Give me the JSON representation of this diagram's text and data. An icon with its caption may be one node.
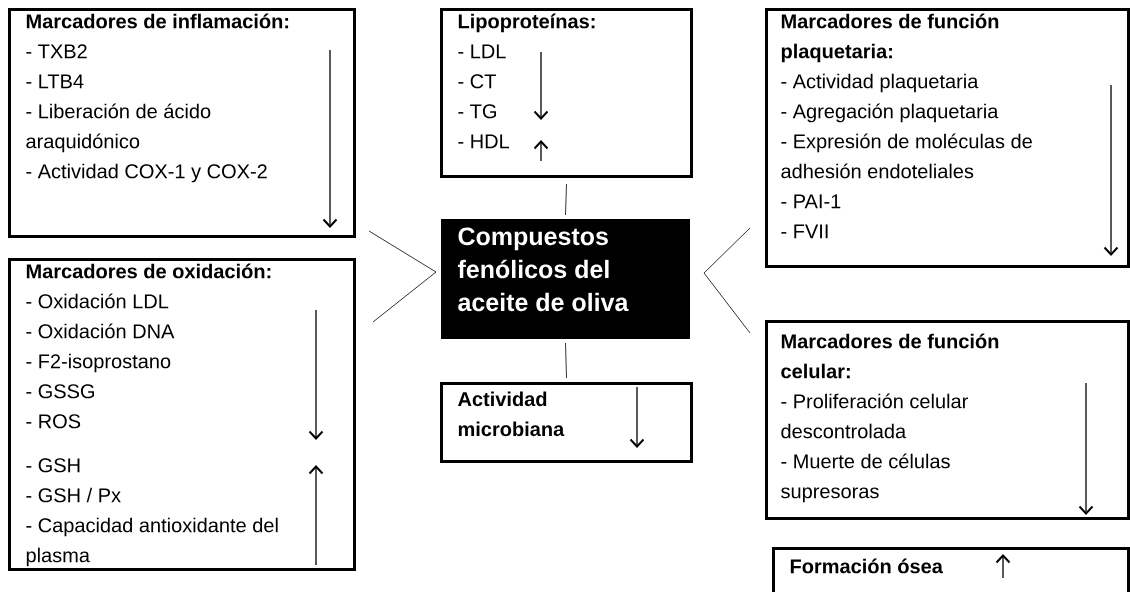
{
  "diagram": {
    "nodes": [
      {
        "text": [
          "Compuestos fenólicos del aceite de oliva"
        ]
      },
      {
        "text": [
          "Marcadores de inflamación:",
          "- TXB2",
          "- LTB4",
          "- Liberación de ácido araquidónico",
          "- Actividad COX-1 y COX-2"
        ]
      },
      {
        "text": [
          "Marcadores de oxidación:",
          "- Oxidación LDL",
          "- Oxidación DNA",
          "- F2-isoprostano",
          "- GSSG",
          "- ROS",
          "- GSH",
          "- GSH / Px",
          "- Capacidad antioxidante del plasma"
        ]
      },
      {
        "text": [
          "Lipoproteínas:",
          "- LDL",
          "- CT",
          "- TG",
          "- HDL"
        ]
      },
      {
        "text": [
          "Actividad microbiana"
        ]
      },
      {
        "text": [
          "Marcadores de función plaquetaria:",
          "- Actividad plaquetaria",
          "- Agregación plaquetaria",
          "- Expresión de moléculas de adhesión endoteliales",
          "- PAI-1",
          "- FVII"
        ]
      },
      {
        "text": [
          "Marcadores de función celular:",
          "- Proliferación celular descontrolada",
          "- Muerte de células supresoras"
        ]
      },
      {
        "text": [
          "Formación ósea"
        ]
      }
    ],
    "edges": [
      {
        "from": 0,
        "to": 3,
        "arrow": "none"
      },
      {
        "from": 0,
        "to": 1,
        "arrow": "none"
      },
      {
        "from": 0,
        "to": 2,
        "arrow": "none"
      },
      {
        "from": 0,
        "to": 4,
        "arrow": "none"
      },
      {
        "from": 0,
        "to": 5,
        "arrow": "none"
      },
      {
        "from": 0,
        "to": 6,
        "arrow": "none"
      }
    ]
  }
}
